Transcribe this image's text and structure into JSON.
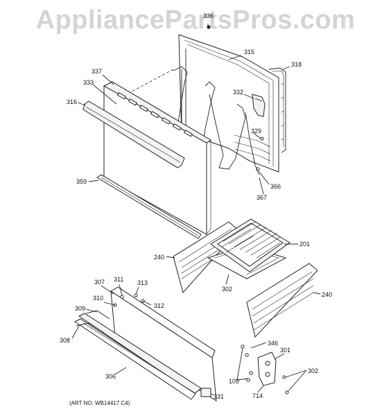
{
  "watermark": "AppliancePartsPros.com",
  "art_number": "(ART NO. WB14417 C4)",
  "callouts": [
    "336",
    "315",
    "318",
    "337",
    "333",
    "332",
    "316",
    "329",
    "366",
    "359",
    "367",
    "201",
    "240",
    "302",
    "311",
    "313",
    "307",
    "312",
    "240",
    "310",
    "309",
    "346",
    "308",
    "301",
    "306",
    "302",
    "109",
    "714",
    "331"
  ]
}
